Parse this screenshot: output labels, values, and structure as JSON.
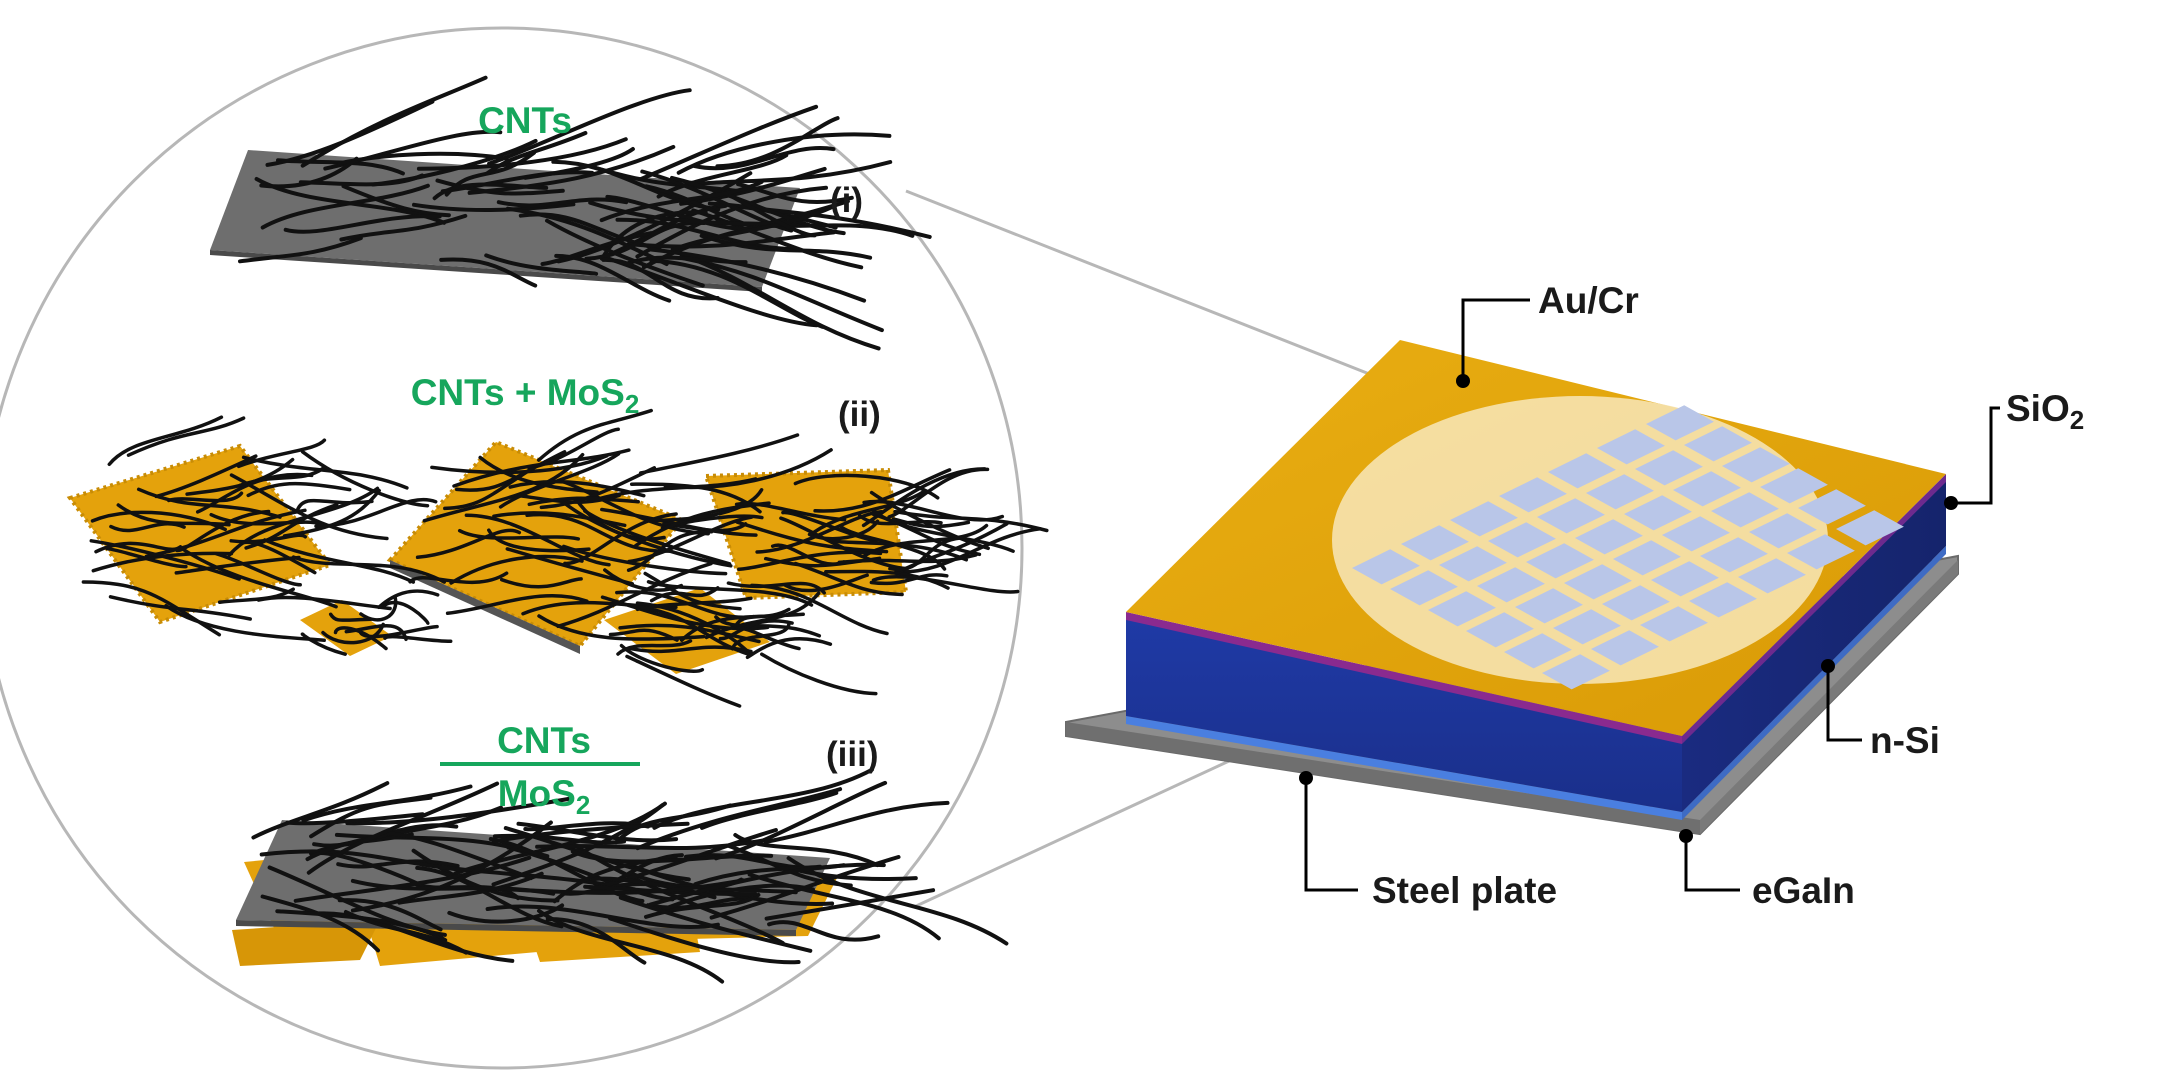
{
  "inset": {
    "panel_i": {
      "title": "CNTs",
      "tag": "(i)"
    },
    "panel_ii": {
      "title_main": "CNTs + MoS",
      "title_sub": "2",
      "tag": "(ii)"
    },
    "panel_iii": {
      "numerator": "CNTs",
      "denominator_main": "MoS",
      "denominator_sub": "2",
      "tag": "(iii)"
    }
  },
  "device": {
    "labels": {
      "au_cr": "Au/Cr",
      "sio2_main": "SiO",
      "sio2_sub": "2",
      "n_si": "n-Si",
      "steel_plate": "Steel plate",
      "egain": "eGaIn"
    }
  },
  "colors": {
    "label_green": "#16a65c",
    "gold": "#e0a10a",
    "silicon_blue": "#1b2f8f",
    "sio2_purple": "#8a2a8f",
    "steel_gray": "#8b8b8b",
    "cnt_black": "#111111"
  }
}
